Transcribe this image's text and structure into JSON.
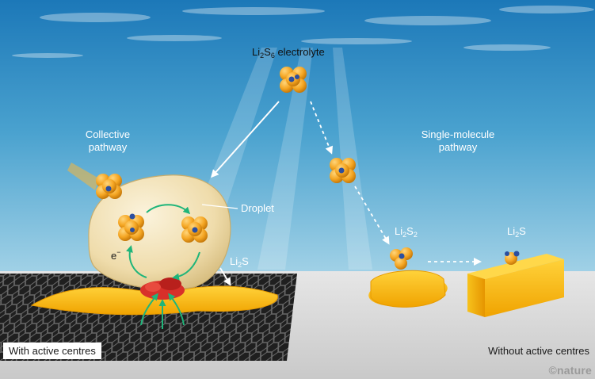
{
  "labels": {
    "electrolyte": {
      "pre": "Li",
      "sub1": "2",
      "mid": "S",
      "sub2": "6",
      "post": " electrolyte"
    },
    "collective": [
      "Collective",
      "pathway"
    ],
    "single": [
      "Single-molecule",
      "pathway"
    ],
    "droplet": "Droplet",
    "li2s_left": {
      "pre": "Li",
      "sub": "2",
      "post": "S"
    },
    "li2s2": {
      "pre": "Li",
      "sub1": "2",
      "mid": "S",
      "sub2": "2"
    },
    "li2s_right": {
      "pre": "Li",
      "sub": "2",
      "post": "S"
    },
    "electron": {
      "base": "e",
      "sup": "−"
    }
  },
  "badges": {
    "with": "With active centres",
    "without": "Without active centres"
  },
  "credit": "©nature",
  "colors": {
    "water_top": "#1c78b8",
    "water_bottom": "#bfe1ee",
    "droplet": "#f4e6c4",
    "sulfur": "#f5a623",
    "lithium": "#2b4fa0",
    "active_centre": "#d8302a",
    "arrow_green": "#1fb57a",
    "surface": "#d9d9d9"
  }
}
